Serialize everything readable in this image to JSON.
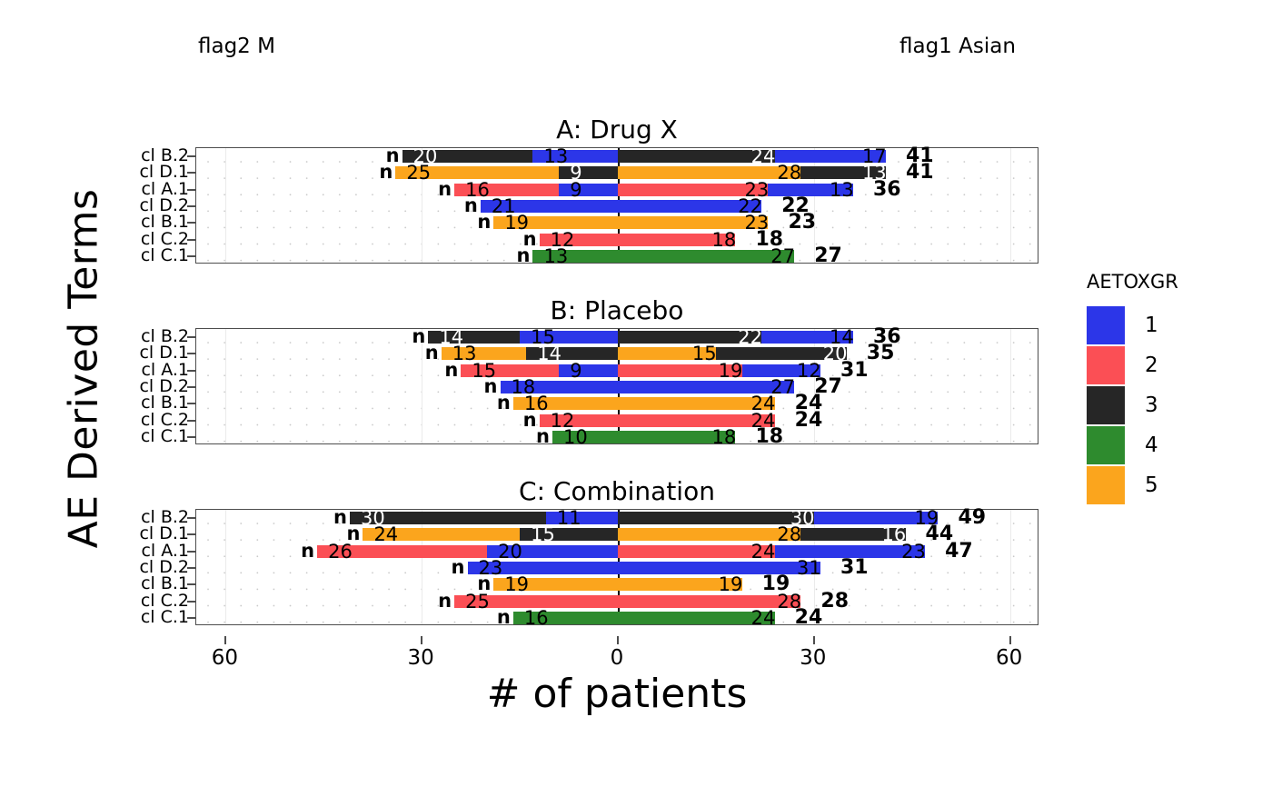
{
  "header": {
    "flag_left": "flag2 M",
    "flag_right": "flag1 Asian"
  },
  "axis": {
    "ylabel": "AE Derived Terms",
    "xlabel": "# of patients",
    "xticks": [
      "60",
      "30",
      "0",
      "30",
      "60"
    ],
    "xtick_values": [
      -60,
      -30,
      0,
      30,
      60
    ],
    "xlim": [
      -64.5,
      64.5
    ]
  },
  "legend": {
    "title": "AETOXGR",
    "items": [
      {
        "label": "1",
        "color": "#2c36e8"
      },
      {
        "label": "2",
        "color": "#fb4f55"
      },
      {
        "label": "3",
        "color": "#262626"
      },
      {
        "label": "4",
        "color": "#2e8b2e"
      },
      {
        "label": "5",
        "color": "#fba51d"
      }
    ]
  },
  "chart_data": {
    "type": "bar",
    "orientation": "horizontal",
    "subtype": "back-to-back stacked bar (pyramid)",
    "title": "",
    "xlabel": "# of patients",
    "ylabel": "AE Derived Terms",
    "xlim": [
      -64.5,
      64.5
    ],
    "xticks": [
      -60,
      -30,
      0,
      30,
      60
    ],
    "xticklabels": [
      "60",
      "30",
      "0",
      "30",
      "60"
    ],
    "grid": "dotted",
    "legend_position": "right",
    "legend_title": "AETOXGR",
    "series_colors": {
      "1": "#2c36e8",
      "2": "#fb4f55",
      "3": "#262626",
      "4": "#2e8b2e",
      "5": "#fba51d"
    },
    "left_group": "flag2 M",
    "right_group": "flag1 Asian",
    "categories": [
      "cl B.2",
      "cl D.1",
      "cl A.1",
      "cl D.2",
      "cl B.1",
      "cl C.2",
      "cl C.1"
    ],
    "panels": [
      {
        "title": "A: Drug X",
        "rows": [
          {
            "category": "cl B.2",
            "left": [
              {
                "grade": "1",
                "value": 13
              },
              {
                "grade": "3",
                "value": 20
              }
            ],
            "left_total": 33,
            "right": [
              {
                "grade": "3",
                "value": 24
              },
              {
                "grade": "1",
                "value": 17
              }
            ],
            "right_total": 41
          },
          {
            "category": "cl D.1",
            "left": [
              {
                "grade": "3",
                "value": 9
              },
              {
                "grade": "5",
                "value": 25
              }
            ],
            "left_total": 34,
            "right": [
              {
                "grade": "5",
                "value": 28
              },
              {
                "grade": "3",
                "value": 13
              }
            ],
            "right_total": 41
          },
          {
            "category": "cl A.1",
            "left": [
              {
                "grade": "1",
                "value": 9
              },
              {
                "grade": "2",
                "value": 16
              }
            ],
            "left_total": 25,
            "right": [
              {
                "grade": "2",
                "value": 23
              },
              {
                "grade": "1",
                "value": 13
              }
            ],
            "right_total": 36
          },
          {
            "category": "cl D.2",
            "left": [
              {
                "grade": "1",
                "value": 21
              }
            ],
            "left_total": 21,
            "right": [
              {
                "grade": "1",
                "value": 22
              }
            ],
            "right_total": 22
          },
          {
            "category": "cl B.1",
            "left": [
              {
                "grade": "5",
                "value": 19
              }
            ],
            "left_total": 19,
            "right": [
              {
                "grade": "5",
                "value": 23
              }
            ],
            "right_total": 23
          },
          {
            "category": "cl C.2",
            "left": [
              {
                "grade": "2",
                "value": 12
              }
            ],
            "left_total": 12,
            "right": [
              {
                "grade": "2",
                "value": 18
              }
            ],
            "right_total": 18
          },
          {
            "category": "cl C.1",
            "left": [
              {
                "grade": "4",
                "value": 13
              }
            ],
            "left_total": 13,
            "right": [
              {
                "grade": "4",
                "value": 27
              }
            ],
            "right_total": 27
          }
        ]
      },
      {
        "title": "B: Placebo",
        "rows": [
          {
            "category": "cl B.2",
            "left": [
              {
                "grade": "1",
                "value": 15
              },
              {
                "grade": "3",
                "value": 14
              }
            ],
            "left_total": 29,
            "right": [
              {
                "grade": "3",
                "value": 22
              },
              {
                "grade": "1",
                "value": 14
              }
            ],
            "right_total": 36
          },
          {
            "category": "cl D.1",
            "left": [
              {
                "grade": "3",
                "value": 14
              },
              {
                "grade": "5",
                "value": 13
              }
            ],
            "left_total": 27,
            "right": [
              {
                "grade": "5",
                "value": 15
              },
              {
                "grade": "3",
                "value": 20
              }
            ],
            "right_total": 35
          },
          {
            "category": "cl A.1",
            "left": [
              {
                "grade": "1",
                "value": 9
              },
              {
                "grade": "2",
                "value": 15
              }
            ],
            "left_total": 24,
            "right": [
              {
                "grade": "2",
                "value": 19
              },
              {
                "grade": "1",
                "value": 12
              }
            ],
            "right_total": 31
          },
          {
            "category": "cl D.2",
            "left": [
              {
                "grade": "1",
                "value": 18
              }
            ],
            "left_total": 18,
            "right": [
              {
                "grade": "1",
                "value": 27
              }
            ],
            "right_total": 27
          },
          {
            "category": "cl B.1",
            "left": [
              {
                "grade": "5",
                "value": 16
              }
            ],
            "left_total": 16,
            "right": [
              {
                "grade": "5",
                "value": 24
              }
            ],
            "right_total": 24
          },
          {
            "category": "cl C.2",
            "left": [
              {
                "grade": "2",
                "value": 12
              }
            ],
            "left_total": 12,
            "right": [
              {
                "grade": "2",
                "value": 24
              }
            ],
            "right_total": 24
          },
          {
            "category": "cl C.1",
            "left": [
              {
                "grade": "4",
                "value": 10
              }
            ],
            "left_total": 10,
            "right": [
              {
                "grade": "4",
                "value": 18
              }
            ],
            "right_total": 18
          }
        ]
      },
      {
        "title": "C: Combination",
        "rows": [
          {
            "category": "cl B.2",
            "left": [
              {
                "grade": "1",
                "value": 11
              },
              {
                "grade": "3",
                "value": 30
              }
            ],
            "left_total": 41,
            "right": [
              {
                "grade": "3",
                "value": 30
              },
              {
                "grade": "1",
                "value": 19
              }
            ],
            "right_total": 49
          },
          {
            "category": "cl D.1",
            "left": [
              {
                "grade": "3",
                "value": 15
              },
              {
                "grade": "5",
                "value": 24
              }
            ],
            "left_total": 39,
            "right": [
              {
                "grade": "5",
                "value": 28
              },
              {
                "grade": "3",
                "value": 16
              }
            ],
            "right_total": 44
          },
          {
            "category": "cl A.1",
            "left": [
              {
                "grade": "1",
                "value": 20
              },
              {
                "grade": "2",
                "value": 26
              }
            ],
            "left_total": 46,
            "right": [
              {
                "grade": "2",
                "value": 24
              },
              {
                "grade": "1",
                "value": 23
              }
            ],
            "right_total": 47
          },
          {
            "category": "cl D.2",
            "left": [
              {
                "grade": "1",
                "value": 23
              }
            ],
            "left_total": 23,
            "right": [
              {
                "grade": "1",
                "value": 31
              }
            ],
            "right_total": 31
          },
          {
            "category": "cl B.1",
            "left": [
              {
                "grade": "5",
                "value": 19
              }
            ],
            "left_total": 19,
            "right": [
              {
                "grade": "5",
                "value": 19
              }
            ],
            "right_total": 19
          },
          {
            "category": "cl C.2",
            "left": [
              {
                "grade": "2",
                "value": 25
              }
            ],
            "left_total": 25,
            "right": [
              {
                "grade": "2",
                "value": 28
              }
            ],
            "right_total": 28
          },
          {
            "category": "cl C.1",
            "left": [
              {
                "grade": "4",
                "value": 16
              }
            ],
            "left_total": 16,
            "right": [
              {
                "grade": "4",
                "value": 24
              }
            ],
            "right_total": 24
          }
        ]
      }
    ]
  }
}
